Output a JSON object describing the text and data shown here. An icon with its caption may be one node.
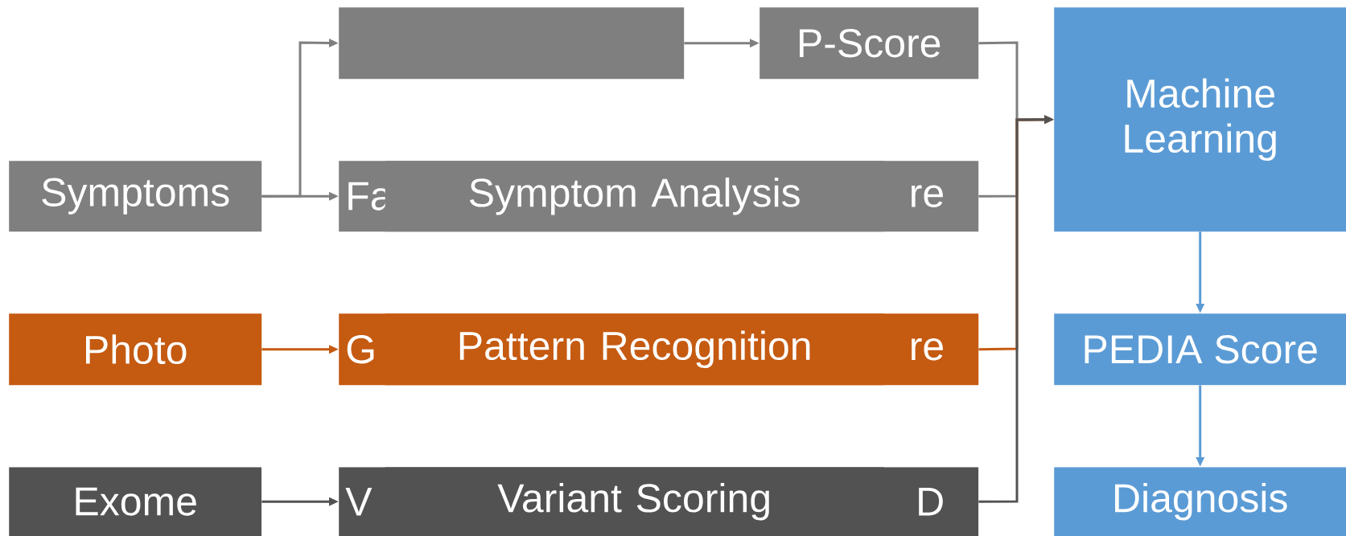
{
  "diagram": {
    "nodes": [
      {
        "text": [],
        "shape": "box"
      },
      {
        "text": [
          "P-Score"
        ]
      },
      {
        "text": [
          "Symptoms"
        ]
      },
      {
        "text": [
          "Fa",
          "Symptom Analysis",
          "re"
        ]
      },
      {
        "text": [
          "Photo"
        ]
      },
      {
        "text": [
          "G",
          "Pattern Recognition",
          "re"
        ]
      },
      {
        "text": [
          "Exome"
        ]
      },
      {
        "text": [
          "V",
          "Variant Scoring",
          "D"
        ]
      },
      {
        "text": [
          "Machine Learning"
        ]
      },
      {
        "text": [
          "PEDIA Score"
        ]
      },
      {
        "text": [
          "Diagnosis"
        ]
      }
    ],
    "edges": [
      {
        "from": 2,
        "to": 0,
        "arrow": "to"
      },
      {
        "from": 2,
        "to": 3,
        "arrow": "to"
      },
      {
        "from": 0,
        "to": 1,
        "arrow": "to"
      },
      {
        "from": 1,
        "to": 8,
        "arrow": "to"
      },
      {
        "from": 3,
        "to": 8,
        "arrow": "to"
      },
      {
        "from": 4,
        "to": 5,
        "arrow": "to",
        "color": "#c55a11"
      },
      {
        "from": 5,
        "to": 8,
        "arrow": "to",
        "color": "#c55a11"
      },
      {
        "from": 6,
        "to": 7,
        "arrow": "to",
        "color": "#525252"
      },
      {
        "from": 7,
        "to": 8,
        "arrow": "to",
        "color": "#525252"
      },
      {
        "from": 8,
        "to": 9,
        "arrow": "to",
        "color": "#5b9bd5"
      },
      {
        "from": 9,
        "to": 10,
        "arrow": "to",
        "color": "#5b9bd5"
      }
    ]
  }
}
